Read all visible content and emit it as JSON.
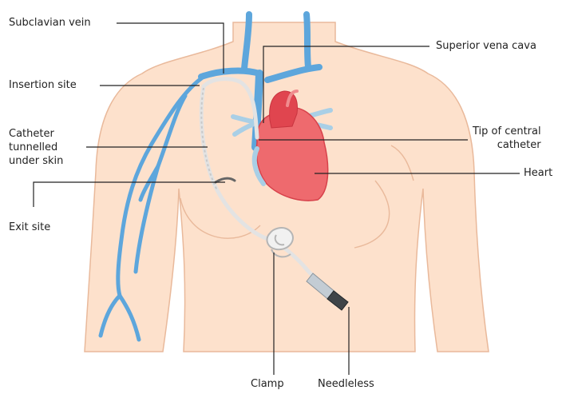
{
  "colors": {
    "skin": "#fde1cc",
    "skin_outline": "#e9b99b",
    "vein": "#5da6dc",
    "vein_light": "#a9cfe6",
    "heart": "#ee6a6e",
    "heart_dark": "#d7424b",
    "catheter": "#e3e3e3",
    "leader": "#222222"
  },
  "labels": {
    "subclavian_vein": "Subclavian vein",
    "insertion_site": "Insertion site",
    "catheter_tunnelled": "Catheter\ntunnelled\nunder skin",
    "exit_site": "Exit site",
    "superior_vena_cava": "Superior vena cava",
    "tip_of_central_catheter": "Tip of central\ncatheter",
    "heart": "Heart",
    "clamp": "Clamp",
    "needleless": "Needleless"
  }
}
